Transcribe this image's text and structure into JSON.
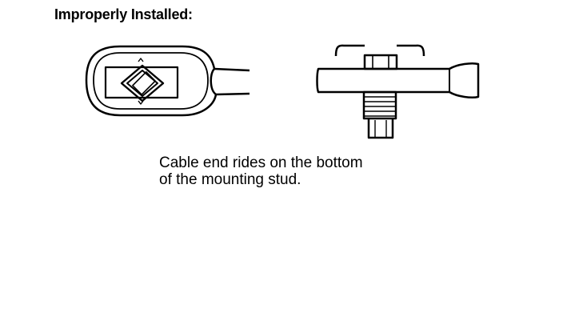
{
  "heading": "Improperly Installed:",
  "caption": {
    "line1": "Cable end rides on the bottom",
    "line2": "of the mounting stud."
  },
  "colors": {
    "ink": "#000000",
    "background": "#ffffff"
  }
}
